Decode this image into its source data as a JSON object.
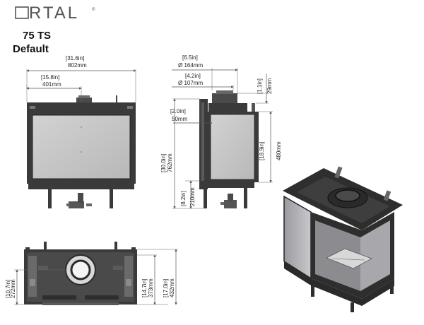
{
  "brand": {
    "name": "RTAL",
    "mark": "®"
  },
  "title": {
    "model": "75 TS",
    "variant": "Default"
  },
  "front_view": {
    "overall_width": {
      "inch": "[31.6in]",
      "mm": "802mm"
    },
    "glass_width": {
      "inch": "[15.8in]",
      "mm": "401mm"
    }
  },
  "side_view": {
    "flue_outer": {
      "inch": "[6.5in]",
      "mm": "Ø 164mm"
    },
    "flue_inner": {
      "inch": "[4.2in]",
      "mm": "Ø 107mm"
    },
    "collar_height": {
      "inch": "[1.1in]",
      "mm": "29mm"
    },
    "top_offset": {
      "inch": "[2.0in]",
      "mm": "50mm"
    },
    "overall_height": {
      "inch": "[30.0in]",
      "mm": "762mm"
    },
    "glass_height": {
      "inch": "[18.9in]",
      "mm": "480mm"
    },
    "leg_height": {
      "inch": "[8.2in]",
      "mm": "210mm"
    }
  },
  "top_view": {
    "flue_offset": {
      "inch": "[10.7in]",
      "mm": "272mm"
    },
    "inner_depth": {
      "inch": "[14.7in]",
      "mm": "373mm"
    },
    "overall_depth": {
      "inch": "[17.0in]",
      "mm": "432mm"
    }
  },
  "colors": {
    "body": "#3a3a3a",
    "glass": "#c4c4c4",
    "line": "#555555"
  }
}
